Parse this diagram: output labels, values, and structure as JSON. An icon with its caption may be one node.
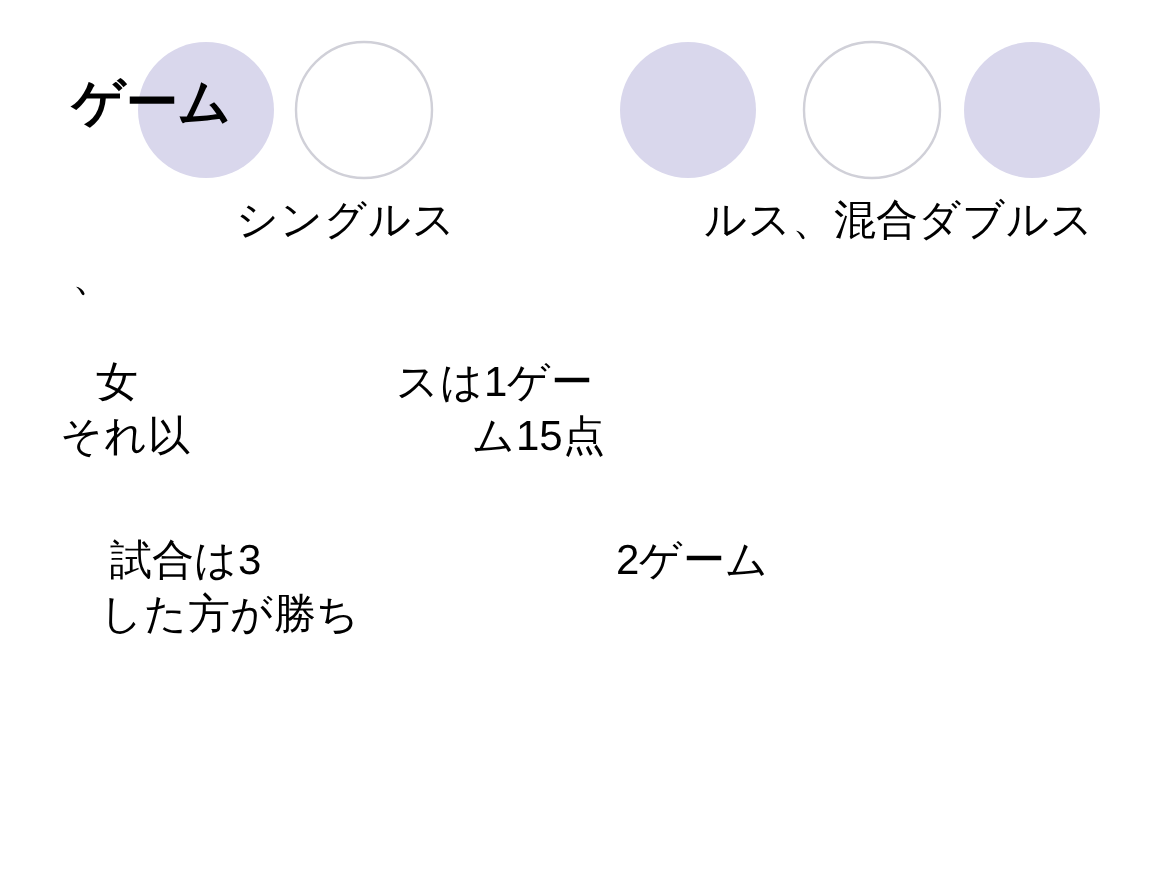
{
  "diagram": {
    "title": "ゲーム",
    "labels": [
      "シングルス",
      "ルス、混合ダブルス",
      "、",
      "女",
      "スは1ゲー",
      "それ以",
      "ム15点",
      "試合は3",
      "2ゲーム",
      "した方が勝ち"
    ]
  }
}
